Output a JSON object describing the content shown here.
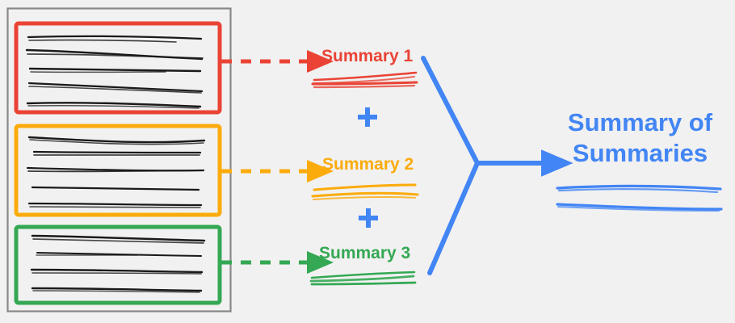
{
  "diagram": {
    "title": "Hierarchical summarization diagram",
    "background_color": "#f1f1f1",
    "document_panel": {
      "name": "source-document-panel",
      "border_color": "#888888",
      "chunks": [
        {
          "id": "chunk-1",
          "color": "#ea4335",
          "line_count": 5,
          "label": ""
        },
        {
          "id": "chunk-2",
          "color": "#fbab0b",
          "line_count": 5,
          "label": ""
        },
        {
          "id": "chunk-3",
          "color": "#34a853",
          "line_count": 4,
          "label": ""
        }
      ]
    },
    "summaries": [
      {
        "id": "summary-1",
        "label": "Summary 1",
        "color": "#ea4335",
        "arrow_style": "dashed"
      },
      {
        "id": "summary-2",
        "label": "Summary 2",
        "color": "#fbab0b",
        "arrow_style": "dashed"
      },
      {
        "id": "summary-3",
        "label": "Summary 3",
        "color": "#34a853",
        "arrow_style": "dashed"
      }
    ],
    "operators": [
      {
        "id": "plus-1",
        "symbol": "+",
        "color": "#4285f4"
      },
      {
        "id": "plus-2",
        "symbol": "+",
        "color": "#4285f4"
      }
    ],
    "merge_connector": {
      "name": "merge-connector",
      "color": "#4285f4",
      "style": "solid",
      "shape": "y-junction"
    },
    "final_output": {
      "id": "summary-of-summaries",
      "label_line_1": "Summary of",
      "label_line_2": "Summaries",
      "color": "#4285f4",
      "underline_count": 2
    },
    "colors": {
      "red": "#ea4335",
      "yellow": "#fbab0b",
      "green": "#34a853",
      "blue": "#4285f4",
      "gray_border": "#888888",
      "scribble_black": "#1a1a1a",
      "background": "#f1f1f1"
    }
  }
}
